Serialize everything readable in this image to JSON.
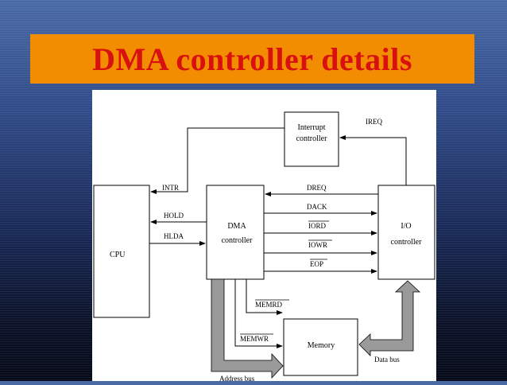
{
  "slide": {
    "title": "DMA controller details"
  },
  "diagram": {
    "blocks": {
      "interrupt_line1": "Interrupt",
      "interrupt_line2": "controller",
      "cpu": "CPU",
      "dma_line1": "DMA",
      "dma_line2": "controller",
      "io_line1": "I/O",
      "io_line2": "controller",
      "memory": "Memory"
    },
    "signals": {
      "ireq": "IREQ",
      "intr": "INTR",
      "hold": "HOLD",
      "hlda": "HLDA",
      "dreq": "DREQ",
      "dack": "DACK",
      "iord": "IORD",
      "iowr": "IOWR",
      "eop": "EOP",
      "memrd": "MEMRD",
      "memwr": "MEMWR"
    },
    "buses": {
      "address": "Address bus",
      "data": "Data bus"
    }
  }
}
